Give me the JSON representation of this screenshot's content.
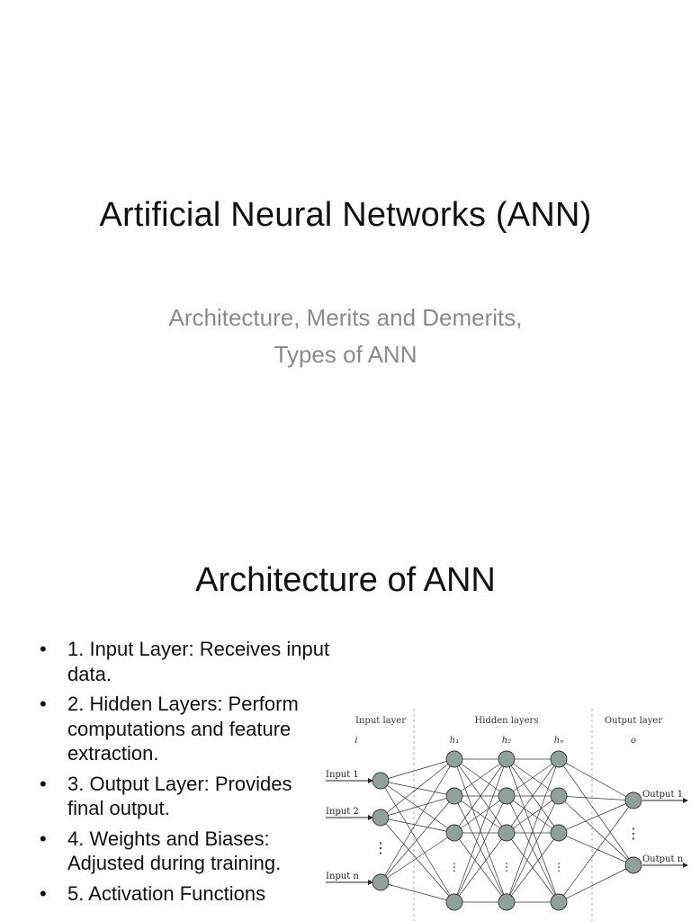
{
  "slide1": {
    "title": "Artificial Neural Networks (ANN)",
    "subtitle_line1": "Architecture, Merits and Demerits,",
    "subtitle_line2": "Types of ANN"
  },
  "slide2": {
    "title": "Architecture of ANN",
    "bullets": [
      "1. Input Layer: Receives input data.",
      "2. Hidden Layers: Perform computations and feature extraction.",
      "3. Output Layer: Provides final output.",
      "4. Weights and Biases: Adjusted during training.",
      "5. Activation Functions"
    ],
    "bullet_glyph": "•",
    "diagram": {
      "input_layer_label": "Input layer",
      "input_layer_symbol": "i",
      "hidden_layers_label": "Hidden layers",
      "hidden_symbols": [
        "h₁",
        "h₂",
        "hₙ"
      ],
      "output_layer_label": "Output layer",
      "output_layer_symbol": "o",
      "input_labels": [
        "Input 1",
        "Input 2",
        "Input n"
      ],
      "output_labels": [
        "Output 1",
        "Output n"
      ],
      "node_color": "#8fa19c",
      "ellipsis": "⋮"
    }
  }
}
